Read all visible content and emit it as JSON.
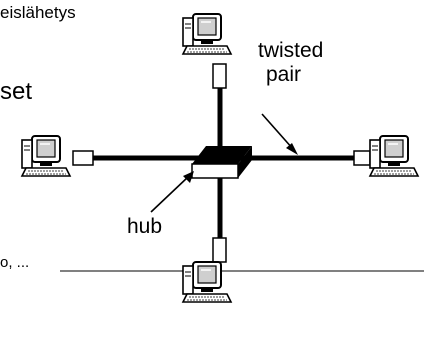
{
  "fragments": {
    "top": "eislähetys",
    "middle": "set",
    "bottom": "o,  ..."
  },
  "labels": {
    "twisted_pair_line1": "twisted",
    "twisted_pair_line2": "pair",
    "hub": "hub"
  },
  "nodes": [
    "computer-top",
    "computer-left",
    "computer-right",
    "computer-bottom"
  ],
  "colors": {
    "ink": "#000000",
    "background": "#ffffff",
    "screen": "#cfcfcf"
  }
}
